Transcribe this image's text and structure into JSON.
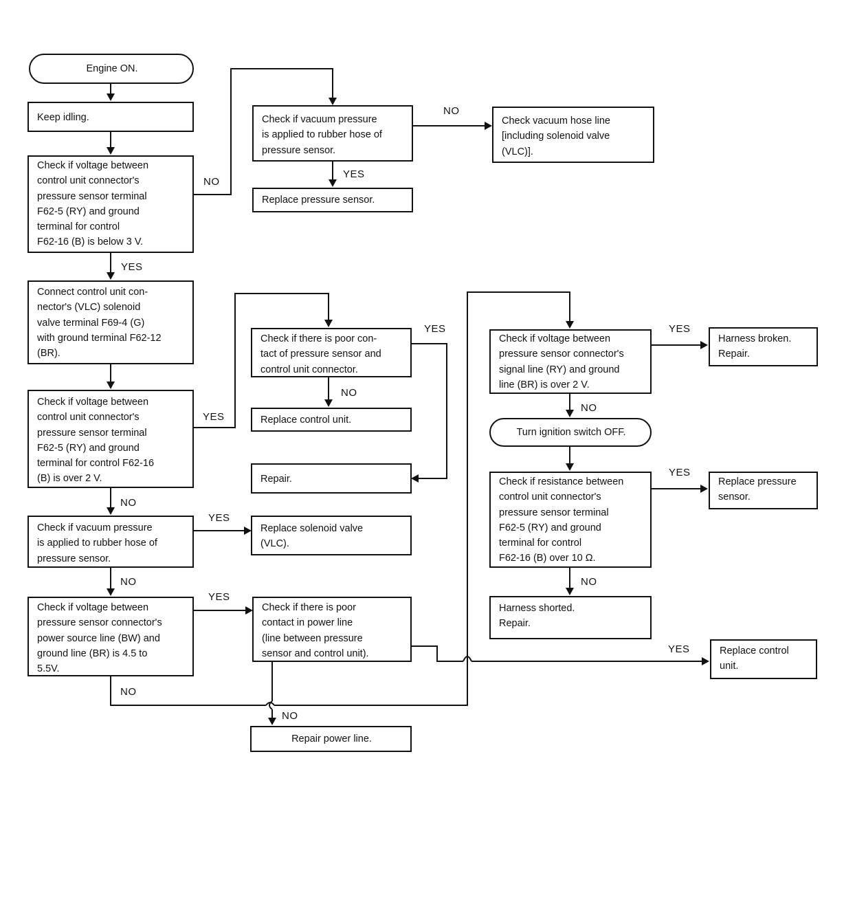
{
  "nodes": {
    "engine_on": "Engine ON.",
    "keep_idling": "Keep idling.",
    "check_voltage_below_3v": "Check if voltage between\ncontrol unit connector's\npressure sensor terminal\nF62-5 (RY) and ground\nterminal for control\nF62-16 (B) is below 3 V.",
    "check_vacuum_top": "Check if vacuum pressure\nis applied to rubber hose of\npressure sensor.",
    "check_vacuum_hose_line": "Check vacuum hose line\n[including solenoid valve\n(VLC)].",
    "replace_pressure_sensor_top": "Replace pressure sensor.",
    "connect_vlc": "Connect control unit con-\nnector's (VLC) solenoid\nvalve terminal F69-4 (G)\nwith ground terminal F62-12\n(BR).",
    "check_poor_contact": "Check if there is poor con-\ntact of pressure sensor and\ncontrol unit connector.",
    "replace_control_unit_mid": "Replace control unit.",
    "repair_mid": "Repair.",
    "check_voltage_over_2v": "Check if voltage between\ncontrol unit connector's\npressure sensor terminal\nF62-5 (RY) and ground\nterminal for control F62-16\n(B) is over 2 V.",
    "check_vacuum_bottom": "Check if vacuum pressure\nis applied to rubber hose of\npressure sensor.",
    "replace_solenoid": "Replace solenoid valve\n(VLC).",
    "check_voltage_power_source": "Check if voltage between\npressure sensor connector's\npower source line (BW) and\nground line (BR) is 4.5 to\n5.5V.",
    "check_poor_contact_power": "Check if there is poor\ncontact in power line\n(line between pressure\nsensor and control unit).",
    "repair_power_line": "Repair power line.",
    "check_signal_line": "Check if voltage between\npressure sensor connector's\nsignal line (RY) and ground\nline (BR) is over 2 V.",
    "harness_broken": "Harness broken.\nRepair.",
    "turn_ignition_off": "Turn ignition switch OFF.",
    "check_resistance": "Check if resistance between\ncontrol unit connector's\npressure sensor terminal\nF62-5 (RY) and ground\nterminal for control\nF62-16 (B) over 10 Ω.",
    "replace_pressure_sensor_right": "Replace pressure\nsensor.",
    "harness_shorted": "Harness shorted.\nRepair.",
    "replace_control_unit_right": "Replace control\nunit."
  },
  "edge_labels": {
    "no_to_vacuum_top": "NO",
    "no_to_hose_line": "NO",
    "yes_replace_sensor_top": "YES",
    "yes_to_connect": "YES",
    "yes_to_poor_contact": "YES",
    "yes_poor_contact_repair": "YES",
    "no_replace_control_unit": "NO",
    "no_to_vacuum_bottom": "NO",
    "yes_replace_solenoid": "YES",
    "no_to_power_source": "NO",
    "yes_poor_contact_power": "YES",
    "no_power_source_loop": "NO",
    "no_repair_power_line": "NO",
    "yes_replace_control_unit_right": "YES",
    "yes_harness_broken": "YES",
    "no_turn_ignition": "NO",
    "yes_replace_sensor_right": "YES",
    "no_harness_shorted": "NO"
  }
}
